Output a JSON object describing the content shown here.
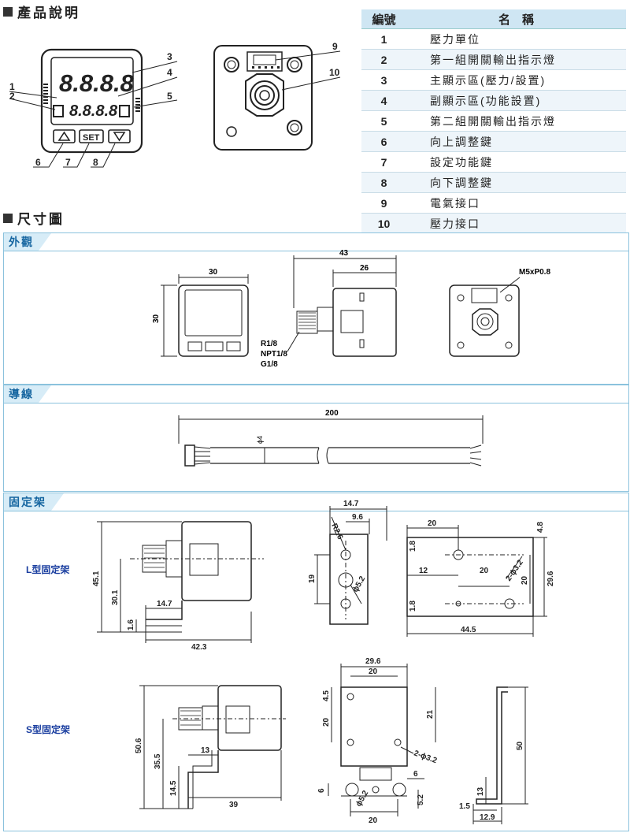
{
  "header": {
    "product_title": "產品說明",
    "dimension_title": "尺寸圖"
  },
  "parts_table": {
    "col_no": "編號",
    "col_name": "名　稱",
    "rows": [
      {
        "no": "1",
        "name": "壓力單位"
      },
      {
        "no": "2",
        "name": "第一組開關輸出指示燈"
      },
      {
        "no": "3",
        "name": "主顯示區(壓力/設置)"
      },
      {
        "no": "4",
        "name": "副顯示區(功能設置)"
      },
      {
        "no": "5",
        "name": "第二組開關輸出指示燈"
      },
      {
        "no": "6",
        "name": "向上調整鍵"
      },
      {
        "no": "7",
        "name": "設定功能鍵"
      },
      {
        "no": "8",
        "name": "向下調整鍵"
      },
      {
        "no": "9",
        "name": "電氣接口"
      },
      {
        "no": "10",
        "name": "壓力接口"
      }
    ]
  },
  "device_figure": {
    "main_digits": "8.8.8.8",
    "sub_digits": "8.8.8.8",
    "set_label": "SET",
    "callouts": [
      "1",
      "2",
      "3",
      "4",
      "5",
      "6",
      "7",
      "8",
      "9",
      "10"
    ]
  },
  "panels": {
    "appearance": {
      "tab": "外觀",
      "dims": {
        "w30": "30",
        "h30": "30",
        "l43": "43",
        "l26": "26",
        "thread": "M5xP0.8"
      },
      "thread_labels": [
        "R1/8",
        "NPT1/8",
        "G1/8"
      ]
    },
    "cable": {
      "tab": "導線",
      "length": "200",
      "dia": "ϕ4"
    },
    "bracket": {
      "tab": "固定架",
      "l_label": "L型固定架",
      "s_label": "S型固定架",
      "l_dims": {
        "h45": "45.1",
        "h30": "30.1",
        "h16": "1.6",
        "w147": "14.7",
        "w423": "42.3",
        "b147": "14.7",
        "b96": "9.6",
        "r26": "R2.6",
        "h19": "19",
        "d52": "ϕ5.2",
        "t20a": "20",
        "t48": "4.8",
        "t18a": "1.8",
        "t12": "12",
        "t20b": "20",
        "t20c": "20",
        "t296": "29.6",
        "t18b": "1.8",
        "t32": "2-ϕ3.2",
        "t445": "44.5"
      },
      "s_dims": {
        "h506": "50.6",
        "h355": "35.5",
        "h145": "14.5",
        "w13": "13",
        "w39": "39",
        "f296": "29.6",
        "f20": "20",
        "f45": "4.5",
        "f20b": "20",
        "f21": "21",
        "f32": "2-ϕ3.2",
        "f6": "6",
        "f52": "ϕ5.2",
        "f6b": "6",
        "f52b": "5.2",
        "f20c": "20",
        "p50": "50",
        "p13": "13",
        "p15": "1.5",
        "p129": "12.9"
      }
    }
  }
}
